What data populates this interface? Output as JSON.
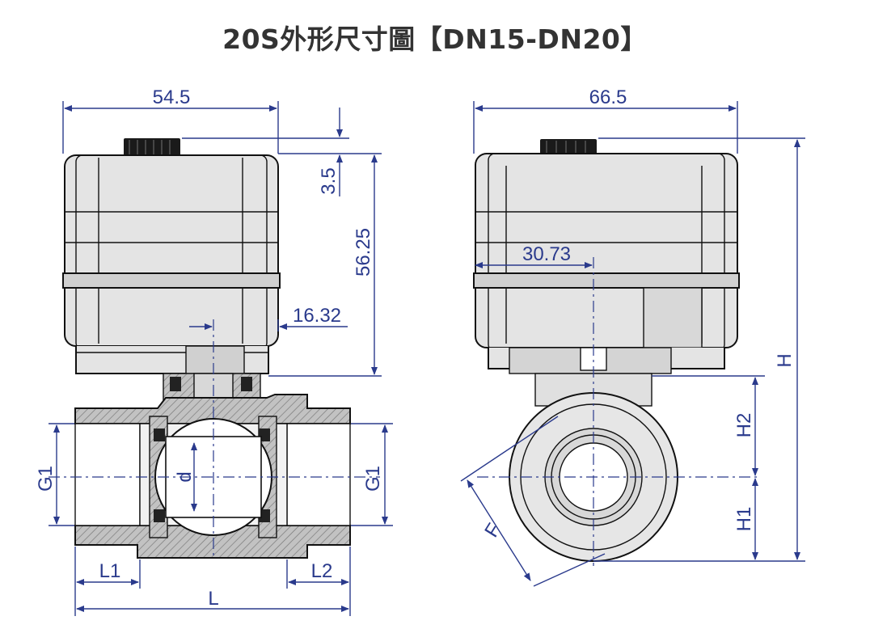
{
  "title": "20S外形尺寸圖【DN15-DN20】",
  "colors": {
    "dimension": "#2a3a8c",
    "outline": "#111111",
    "body_fill": "#c8c8c8",
    "actuator_fill": "#e4e4e4",
    "hatch": "#7a7a7a"
  },
  "front_view": {
    "width_label": "54.5",
    "height_label": "56.25",
    "top_offset_label": "3.5",
    "axis_offset_label": "16.32",
    "g1_left": "G1",
    "g1_right": "G1",
    "bore_label": "d",
    "l1_label": "L1",
    "l2_label": "L2",
    "l_label": "L"
  },
  "side_view": {
    "width_label": "66.5",
    "axis_offset_label": "30.73",
    "h_label": "H",
    "h2_label": "H2",
    "h1_label": "H1",
    "f_label": "F"
  }
}
